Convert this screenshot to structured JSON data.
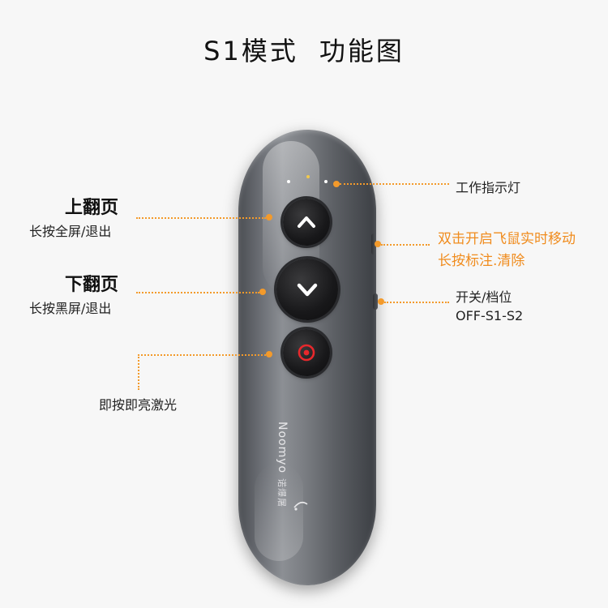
{
  "title": {
    "mode": "S1模式",
    "function": "功能图"
  },
  "device": {
    "brand_latin": "Noomyo",
    "brand_chinese": "诺爆屠",
    "buttons": [
      {
        "name": "page-up",
        "glyph": "∧"
      },
      {
        "name": "page-down",
        "glyph": "∨"
      },
      {
        "name": "laser",
        "glyph": "◎"
      }
    ],
    "led_colors": [
      "#ffffff",
      "#f2c94c",
      "#ffffff"
    ]
  },
  "callouts": {
    "indicator": "工作指示灯",
    "page_up_title": "上翻页",
    "page_up_desc": "长按全屏/退出",
    "page_down_title": "下翻页",
    "page_down_desc": "长按黑屏/退出",
    "laser": "即按即亮激光",
    "side_line1": "双击开启飞鼠实时移动",
    "side_line2": "长按标注.清除",
    "switch_line1": "开关/档位",
    "switch_line2": "OFF-S1-S2"
  },
  "colors": {
    "accent": "#f39a2b",
    "laser_red": "#e8282c"
  }
}
